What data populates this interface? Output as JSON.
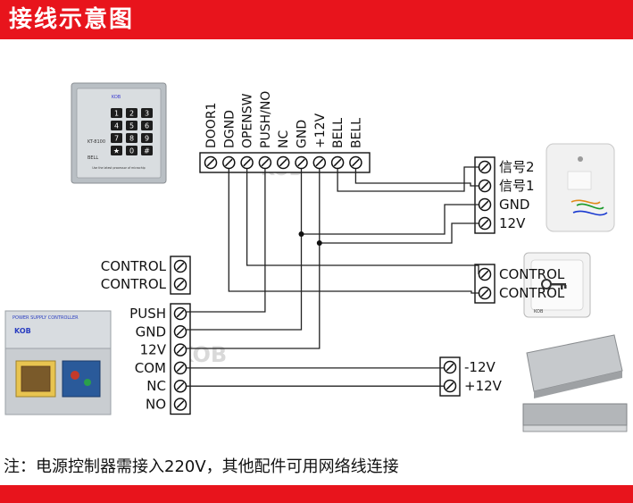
{
  "header": {
    "title": "接线示意图"
  },
  "controller_terminals": [
    "DOOR1",
    "DGND",
    "OPENSW",
    "PUSH/NO",
    "NC",
    "GND",
    "+12V",
    "BELL",
    "BELL"
  ],
  "bell_terminals": [
    "信号2",
    "信号1",
    "GND",
    "12V"
  ],
  "button_terminals": [
    "CONTROL",
    "CONTROL"
  ],
  "psu_terminals": [
    "PUSH",
    "GND",
    "12V",
    "COM",
    "NC",
    "NO"
  ],
  "lock_terminals": [
    "-12V",
    "+12V"
  ],
  "watermarks": [
    "KOB",
    "KOB"
  ],
  "devices": {
    "keypad": {
      "brand": "KOB",
      "model": "KT-8100",
      "bell_label": "BELL",
      "footer": "Use the latest processor of microchip",
      "keys": [
        "1",
        "2",
        "3",
        "4",
        "5",
        "6",
        "7",
        "8",
        "9",
        "★",
        "0",
        "#"
      ]
    },
    "psu": {
      "label": "POWER SUPPLY CONTROLLER",
      "brand": "KOB"
    },
    "exit_button": {
      "brand": "KOB"
    }
  },
  "note": "注：电源控制器需接入220V，其他配件可用网络线连接",
  "colors": {
    "accent": "#e8141c"
  }
}
